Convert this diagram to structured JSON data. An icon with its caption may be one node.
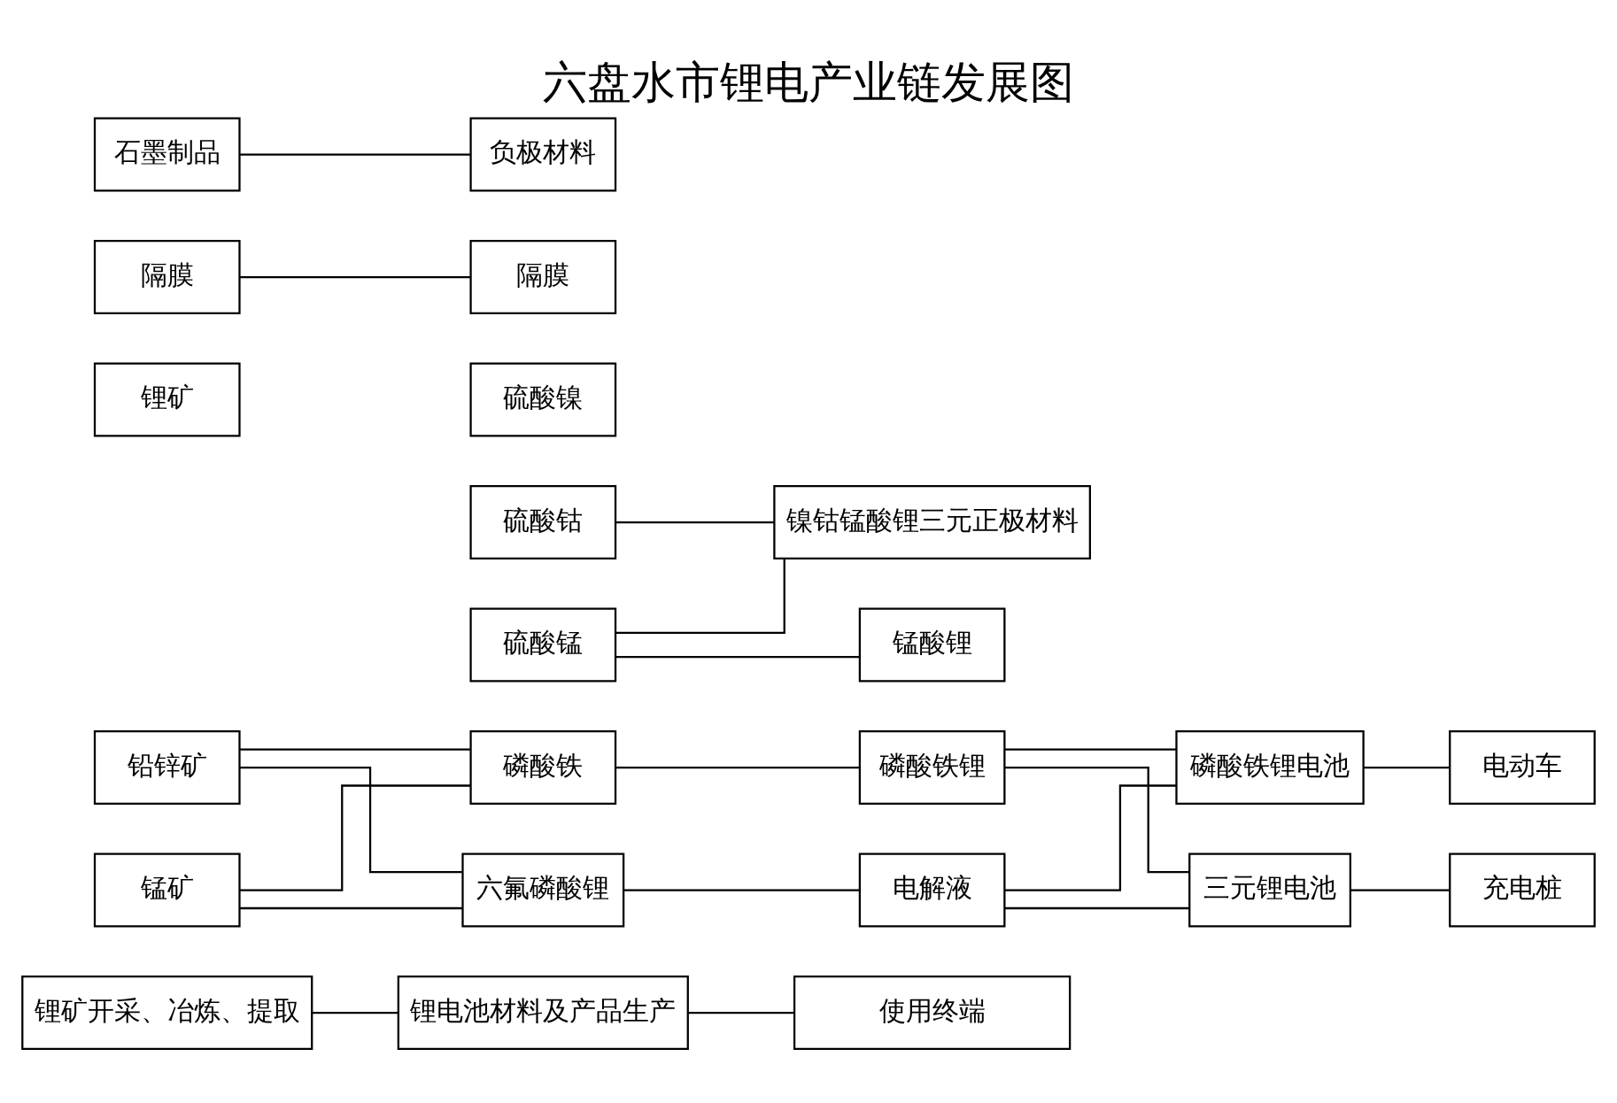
{
  "diagram": {
    "title": "六盘水市锂电产业链发展图",
    "nodes": [
      {
        "text": [
          "锂矿开采、冶炼、提取"
        ]
      },
      {
        "text": [
          "锂电池材料及产品生产"
        ]
      },
      {
        "text": [
          "使用终端"
        ]
      },
      {
        "text": [
          "铅锌矿"
        ]
      },
      {
        "text": [
          "锂矿"
        ]
      },
      {
        "text": [
          "锰矿"
        ]
      },
      {
        "text": [
          "磷酸铁"
        ]
      },
      {
        "text": [
          "硫酸锰"
        ]
      },
      {
        "text": [
          "硫酸镍"
        ]
      },
      {
        "text": [
          "硫酸钴"
        ]
      },
      {
        "text": [
          "隔膜"
        ]
      },
      {
        "text": [
          "石墨制品"
        ]
      },
      {
        "text": [
          "六氟磷酸锂"
        ]
      },
      {
        "text": [
          "磷酸铁锂"
        ]
      },
      {
        "text": [
          "锰酸锂"
        ]
      },
      {
        "text": [
          "镍钴锰酸锂三元正极材料"
        ]
      },
      {
        "text": [
          "隔膜"
        ]
      },
      {
        "text": [
          "负极材料"
        ]
      },
      {
        "text": [
          "电解液"
        ]
      },
      {
        "text": [
          "磷酸铁锂电池"
        ]
      },
      {
        "text": [
          "三元锂电池"
        ]
      },
      {
        "text": [
          "电动车"
        ]
      },
      {
        "text": [
          "充电桩"
        ]
      }
    ],
    "edges": [
      {
        "from": 0,
        "to": 1,
        "arrow": "none"
      },
      {
        "from": 1,
        "to": 2,
        "arrow": "none"
      },
      {
        "from": 3,
        "to": 6,
        "arrow": "none"
      },
      {
        "from": 3,
        "to": 12,
        "arrow": "none"
      },
      {
        "from": 5,
        "to": 6,
        "arrow": "none"
      },
      {
        "from": 5,
        "to": 12,
        "arrow": "none"
      },
      {
        "from": 6,
        "to": 13,
        "arrow": "none"
      },
      {
        "from": 7,
        "to": 14,
        "arrow": "none"
      },
      {
        "from": 7,
        "to": 15,
        "arrow": "none"
      },
      {
        "from": 9,
        "to": 15,
        "arrow": "none"
      },
      {
        "from": 10,
        "to": 16,
        "arrow": "none"
      },
      {
        "from": 11,
        "to": 17,
        "arrow": "none"
      },
      {
        "from": 12,
        "to": 18,
        "arrow": "none"
      },
      {
        "from": 13,
        "to": 19,
        "arrow": "none"
      },
      {
        "from": 13,
        "to": 20,
        "arrow": "none"
      },
      {
        "from": 18,
        "to": 19,
        "arrow": "none"
      },
      {
        "from": 18,
        "to": 20,
        "arrow": "none"
      },
      {
        "from": 19,
        "to": 21,
        "arrow": "none"
      },
      {
        "from": 20,
        "to": 22,
        "arrow": "none"
      }
    ]
  }
}
